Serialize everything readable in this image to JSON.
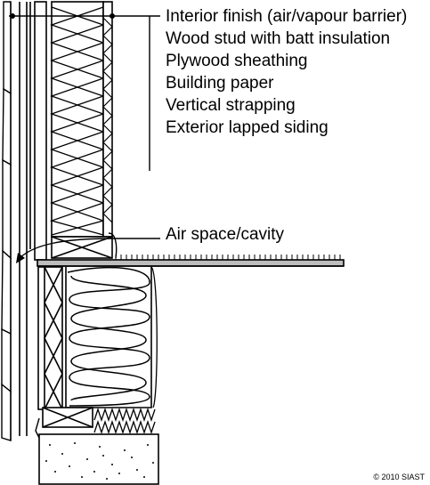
{
  "wall_layers": [
    "Interior finish (air/vapour barrier)",
    "Wood stud with batt insulation",
    "Plywood sheathing",
    "Building paper",
    "Vertical strapping",
    "Exterior lapped siding"
  ],
  "callouts": {
    "air_space": "Air space/cavity"
  },
  "copyright": "© 2010 SIAST",
  "colors": {
    "line": "#000000",
    "background": "#ffffff",
    "floor_deck": "#bdbdbd"
  }
}
